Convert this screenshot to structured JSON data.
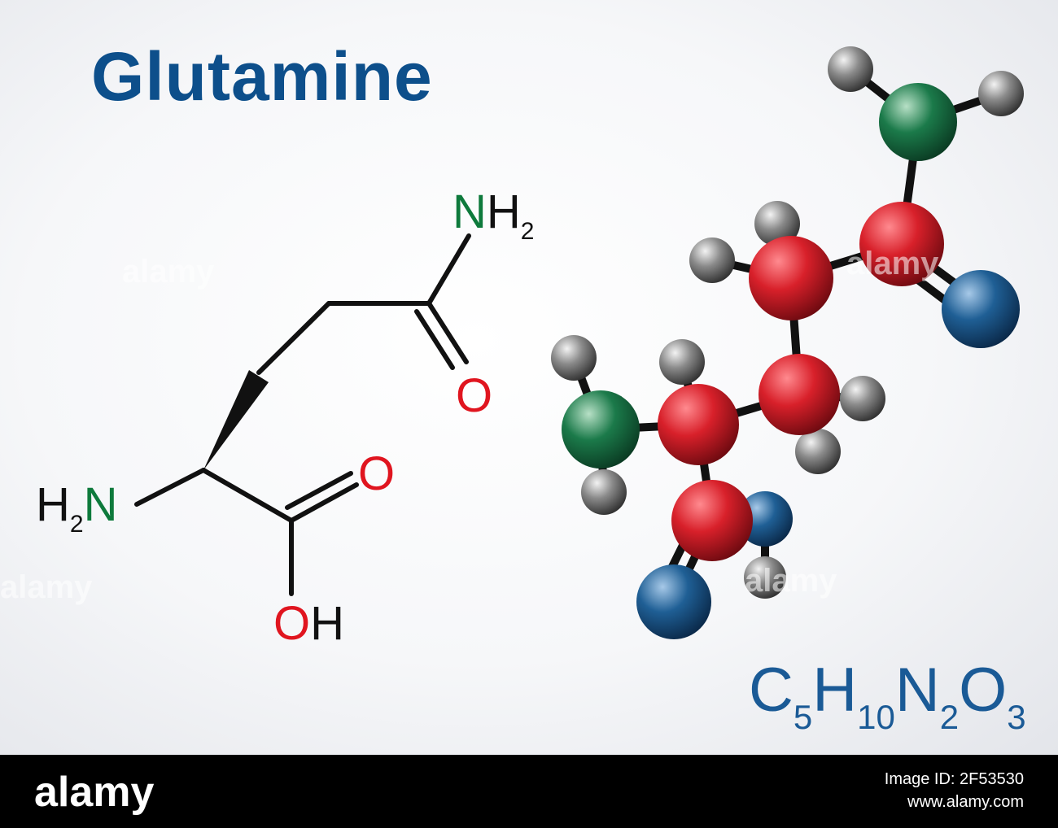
{
  "title": "Glutamine",
  "structural_formula": {
    "amide_n_label": "N",
    "amide_h_label": "H",
    "amide_h_sub": "2",
    "amide_o_label": "O",
    "amine_h_label": "H",
    "amine_h_sub": "2",
    "amine_n_label": "N",
    "acid_o_label": "O",
    "hydroxyl_o_label": "O",
    "hydroxyl_h_label": "H"
  },
  "molecular_formula": {
    "c": "C",
    "c_count": "5",
    "h": "H",
    "h_count": "10",
    "n": "N",
    "n_count": "2",
    "o": "O",
    "o_count": "3"
  },
  "atom_colors": {
    "carbon": "#d8202a",
    "nitrogen": "#1b7a4a",
    "oxygen": "#1f5f95",
    "hydrogen": "#8a8a8a"
  },
  "footer": {
    "brand": "alamy",
    "image_id": "Image ID: 2F53530",
    "site": "www.alamy.com"
  }
}
